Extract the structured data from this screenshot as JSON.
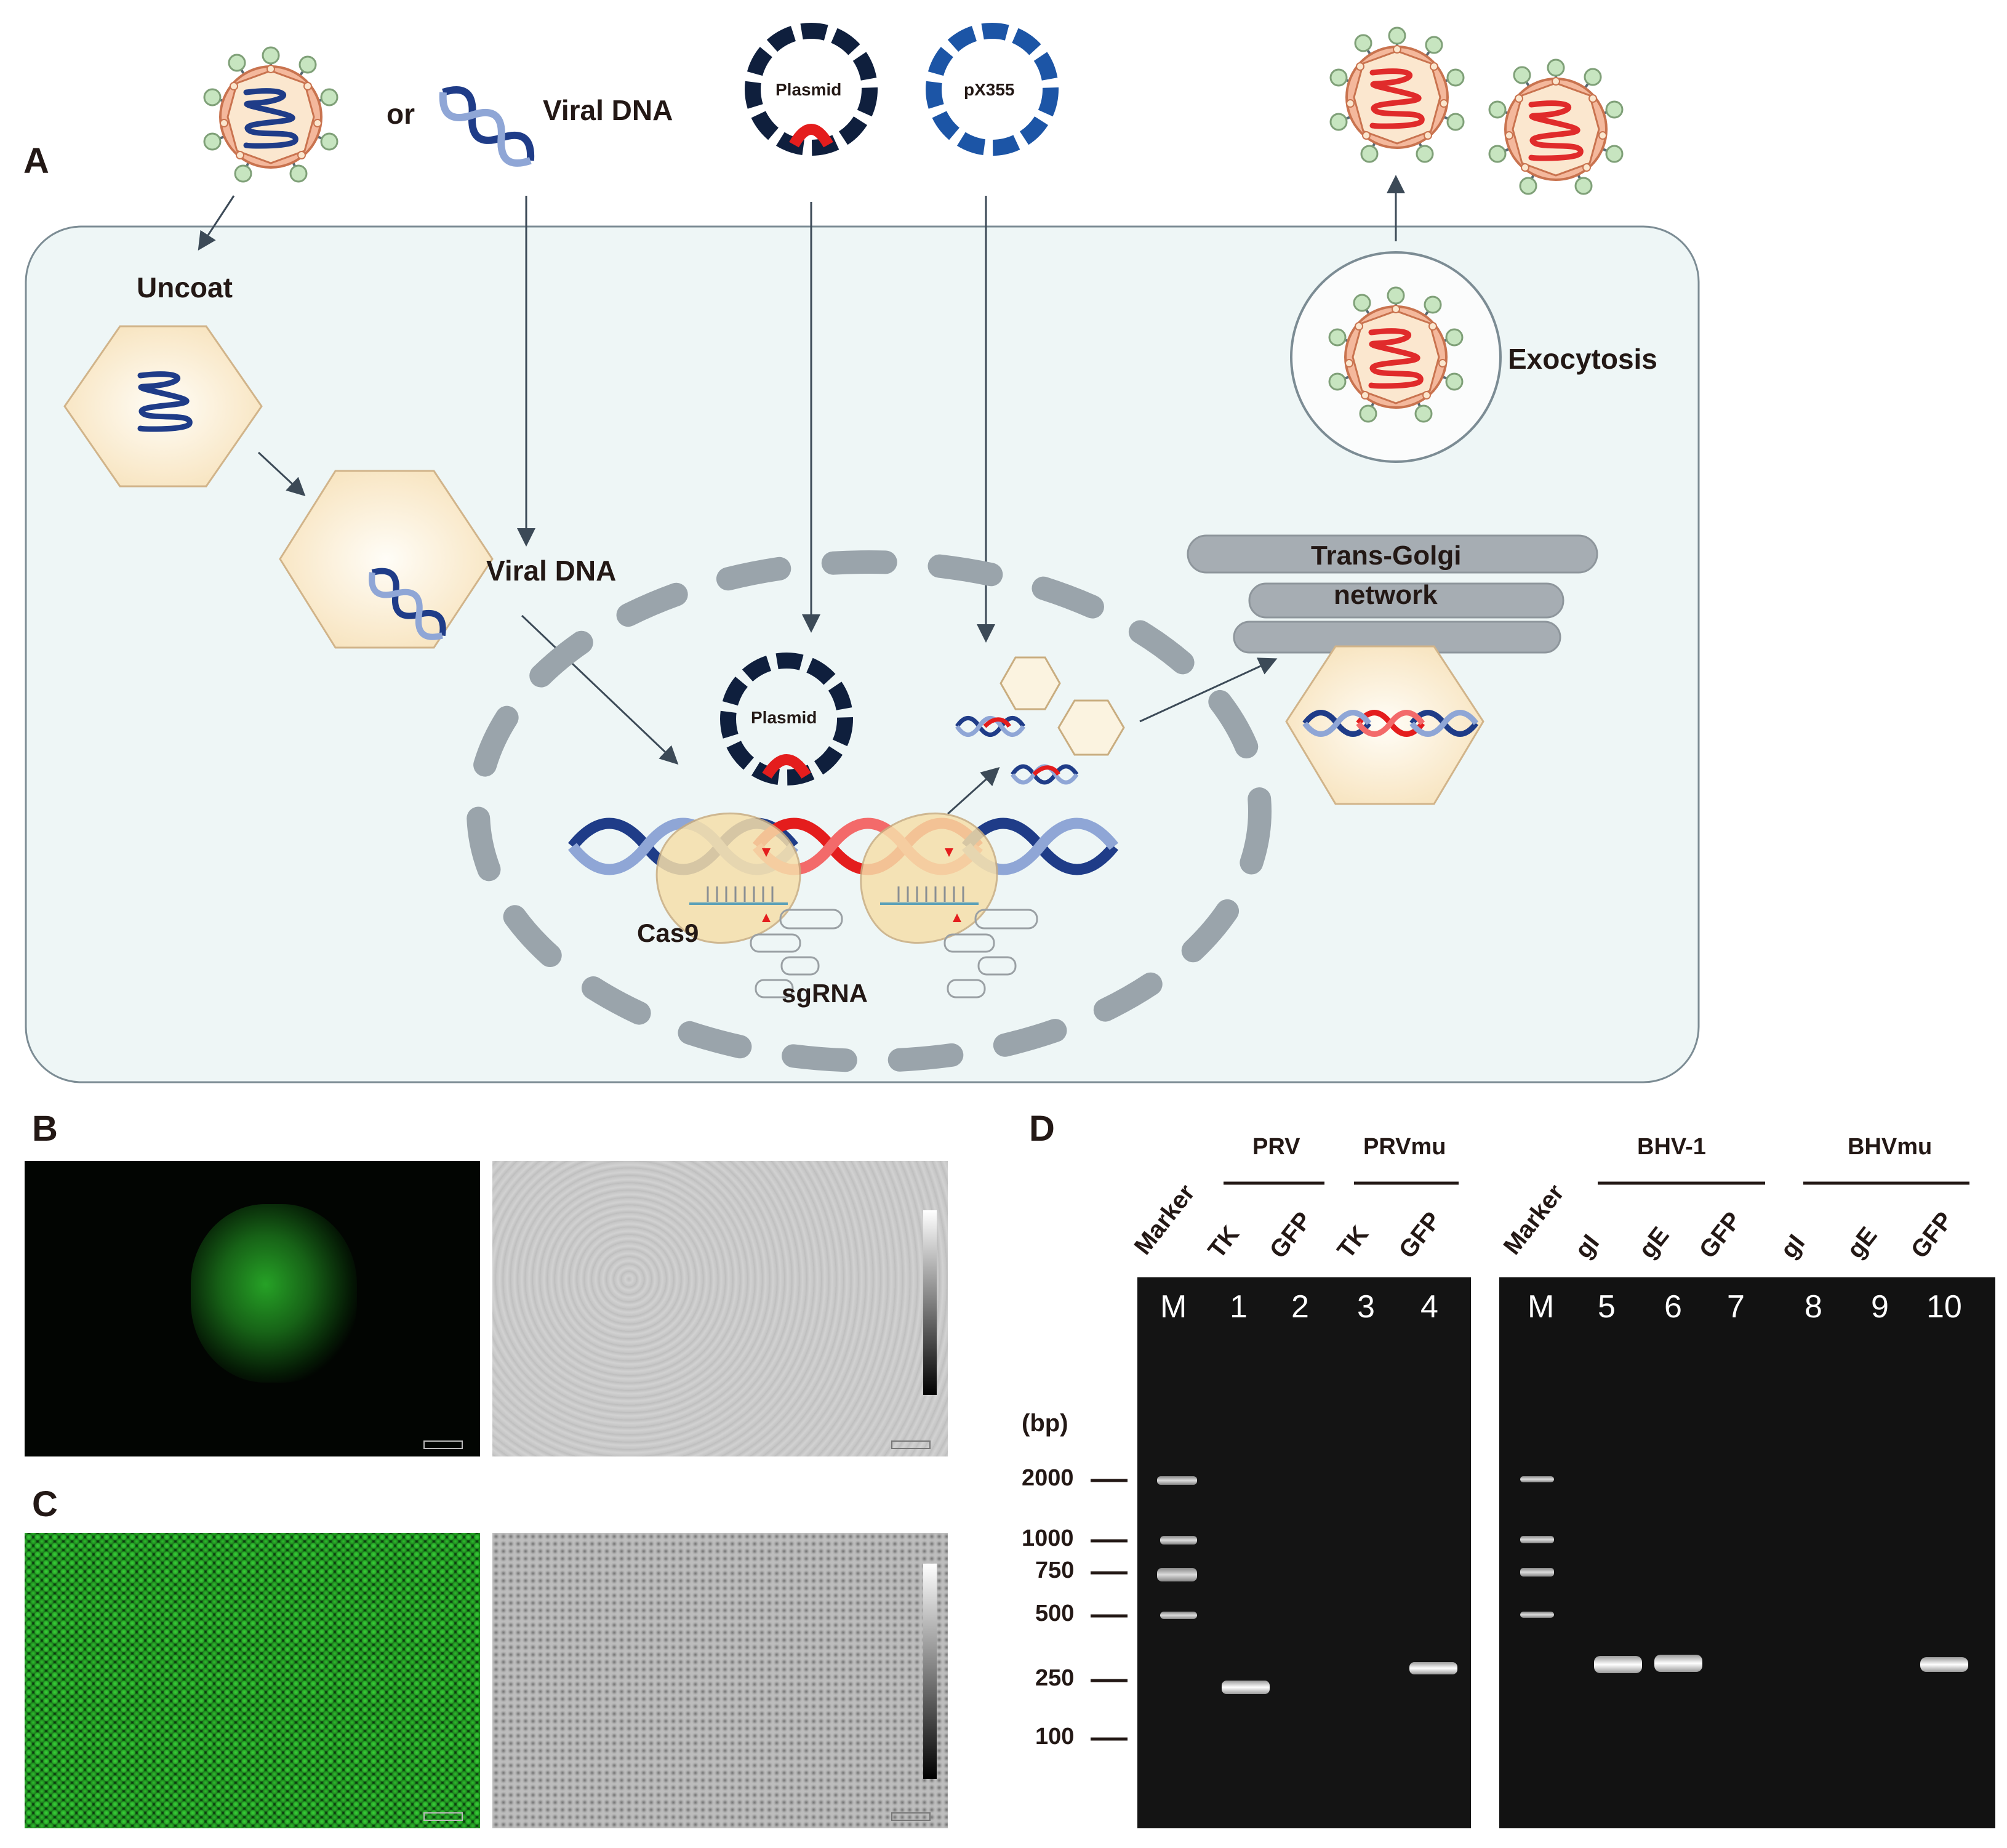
{
  "panel_a": {
    "letter": "A",
    "or": "or",
    "viral_dna_top": "Viral DNA",
    "plasmid": "Plasmid",
    "px355": "pX355",
    "uncoat": "Uncoat",
    "viral_dna_mid": "Viral DNA",
    "plasmid_nucleus": "Plasmid",
    "cas9": "Cas9",
    "sgrna": "sgRNA",
    "trans_golgi_1": "Trans-Golgi",
    "trans_golgi_2": "network",
    "exocytosis": "Exocytosis"
  },
  "panel_b": {
    "letter": "B"
  },
  "panel_c": {
    "letter": "C"
  },
  "panel_d": {
    "letter": "D",
    "groups": [
      "PRV",
      "PRVmu",
      "BHV-1",
      "BHVmu"
    ],
    "marker_label": "Marker",
    "gel1_lane_labels": [
      "TK",
      "GFP",
      "TK",
      "GFP"
    ],
    "gel2_lane_labels": [
      "gI",
      "gE",
      "GFP",
      "gI",
      "gE",
      "GFP"
    ],
    "gel1_lanes": [
      "M",
      "1",
      "2",
      "3",
      "4"
    ],
    "gel2_lanes": [
      "M",
      "5",
      "6",
      "7",
      "8",
      "9",
      "10"
    ],
    "bp_unit": "(bp)",
    "ladder": [
      "2000",
      "1000",
      "750",
      "500",
      "250",
      "100"
    ]
  }
}
